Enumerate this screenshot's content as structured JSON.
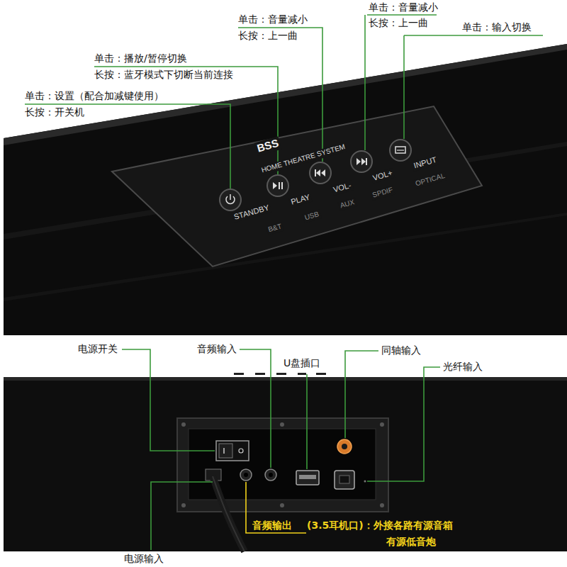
{
  "diagram": {
    "labels": [
      "单击：音量减小",
      "长按：上一曲",
      "单击：音量减小",
      "长按：上一曲",
      "单击：输入切换",
      "单击：播放/暂停切换",
      "长按：蓝牙模式下切断当前连接",
      "单击：设置（配合加减键使用）",
      "长按：开关机",
      "BSS",
      "HOME THEATRE SYSTEM",
      "STANDBY",
      "PLAY",
      "VOL-",
      "VOL+",
      "INPUT",
      "B&T",
      "USB",
      "AUX",
      "SPDIF",
      "OPTICAL",
      "电源开关",
      "音频输入",
      "U盘插口",
      "同轴输入",
      "光纤输入",
      "音频输出",
      "(3.5耳机口)：外接各路有源音箱",
      "有源低音炮",
      "电源输入"
    ]
  }
}
